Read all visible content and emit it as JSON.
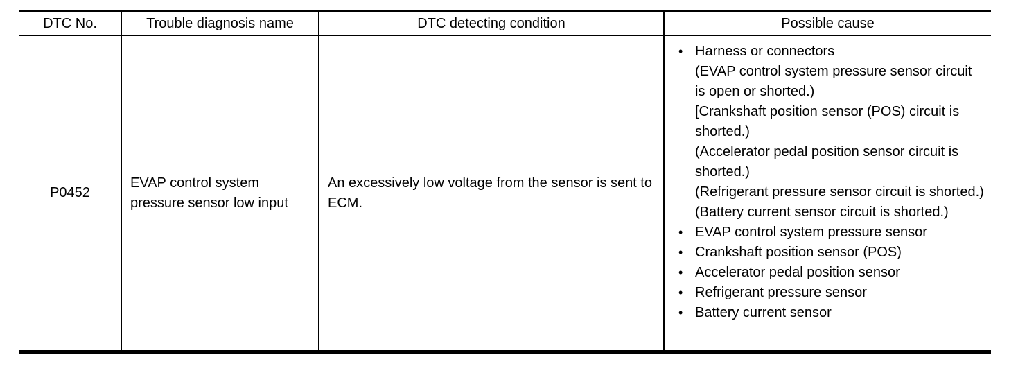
{
  "table": {
    "headers": [
      "DTC No.",
      "Trouble diagnosis name",
      "DTC detecting condition",
      "Possible cause"
    ],
    "row": {
      "dtc_no": "P0452",
      "trouble_diagnosis_name": "EVAP control system pressure sensor low input",
      "dtc_detecting_condition": "An excessively low voltage from the sensor is sent to ECM.",
      "possible_causes": [
        {
          "label": "Harness or connectors",
          "details": [
            "(EVAP control system pressure sensor circuit is open or shorted.)",
            "[Crankshaft position sensor (POS) circuit is shorted.)",
            "(Accelerator pedal position sensor circuit is shorted.)",
            "(Refrigerant pressure sensor circuit is shorted.)",
            "(Battery current sensor circuit is shorted.)"
          ]
        },
        {
          "label": "EVAP control system pressure sensor",
          "details": []
        },
        {
          "label": "Crankshaft position sensor (POS)",
          "details": []
        },
        {
          "label": "Accelerator pedal position sensor",
          "details": []
        },
        {
          "label": "Refrigerant pressure sensor",
          "details": []
        },
        {
          "label": "Battery current sensor",
          "details": []
        }
      ]
    },
    "bullet_char": "•",
    "colors": {
      "text": "#000000",
      "border": "#000000",
      "background": "#ffffff"
    }
  }
}
